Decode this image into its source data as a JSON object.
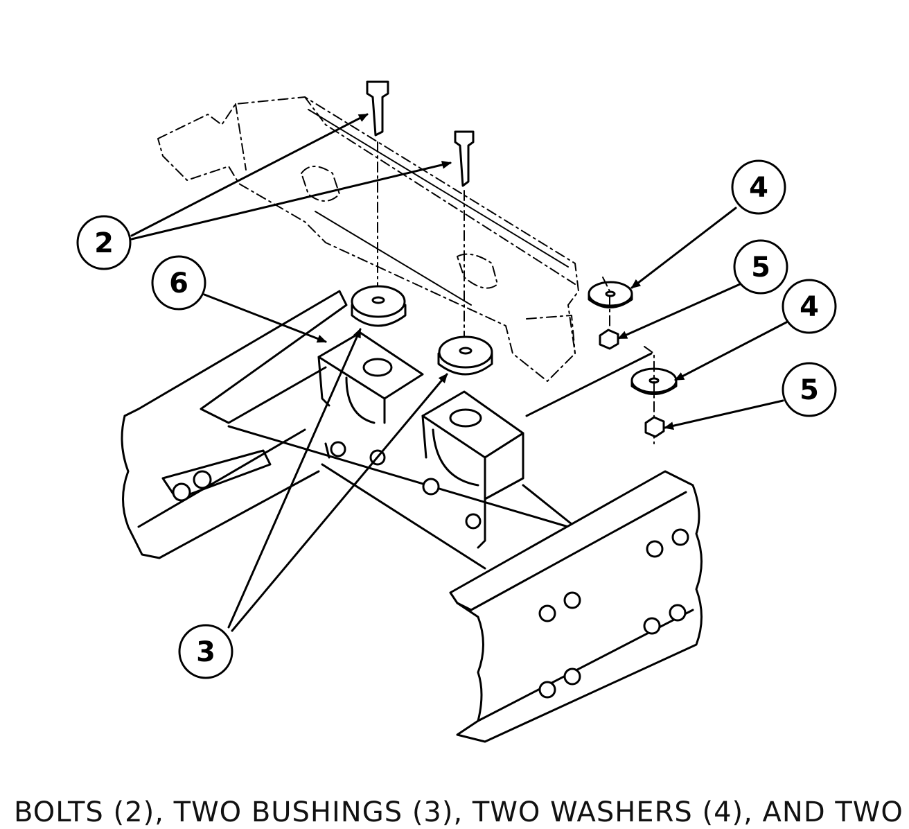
{
  "callouts": [
    {
      "id": "c2",
      "label": "2"
    },
    {
      "id": "c3",
      "label": "3"
    },
    {
      "id": "c4a",
      "label": "4"
    },
    {
      "id": "c4b",
      "label": "4"
    },
    {
      "id": "c5a",
      "label": "5"
    },
    {
      "id": "c5b",
      "label": "5"
    },
    {
      "id": "c6",
      "label": "6"
    }
  ],
  "caption": "BOLTS (2), TWO BUSHINGS (3), TWO WASHERS (4), AND TWO"
}
